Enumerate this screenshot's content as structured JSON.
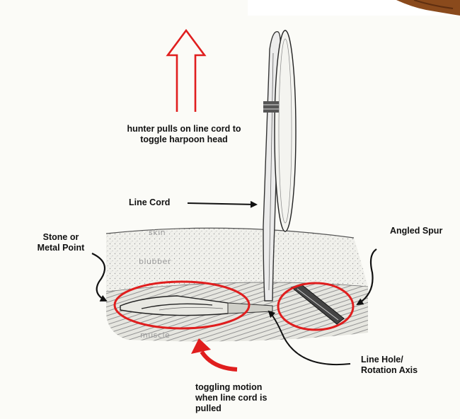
{
  "labels": {
    "pull": [
      "hunter pulls on line cord to",
      "toggle harpoon head"
    ],
    "line_cord": "Line Cord",
    "point": [
      "Stone or",
      "Metal Point"
    ],
    "spur": "Angled Spur",
    "line_hole": [
      "Line Hole/",
      "Rotation Axis"
    ],
    "toggle": [
      "toggling motion",
      "when line cord is",
      "pulled"
    ]
  },
  "tissue_labels": {
    "skin": "skin",
    "blubber": "blubber",
    "muscle": "muscle"
  },
  "colors": {
    "highlight": "#e01e1e",
    "ink": "#111111",
    "background": "#fbfbf7",
    "corner_photo": "#8a4a1c"
  }
}
